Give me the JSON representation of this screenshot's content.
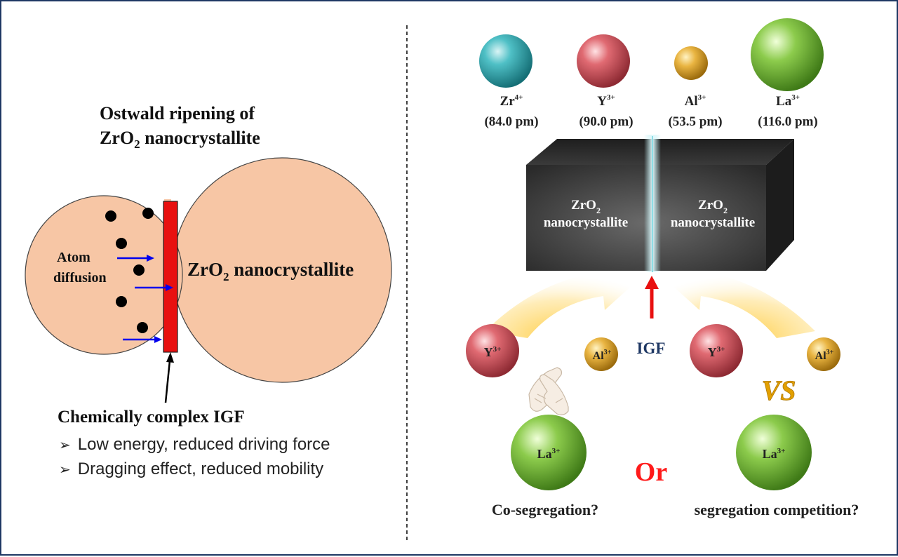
{
  "left_panel": {
    "title_line1": "Ostwald ripening of",
    "title_line2_main": "ZrO",
    "title_line2_sub": "2",
    "title_line2_rest": " nanocrystallite",
    "diffusion_label_line1": "Atom",
    "diffusion_label_line2": "diffusion",
    "grain_label_main": "ZrO",
    "grain_label_sub": "2",
    "grain_label_rest": " nanocrystallite",
    "igf_heading": "Chemically complex IGF",
    "bullets": [
      {
        "marker": "➢",
        "text": "Low energy, reduced driving force"
      },
      {
        "marker": "➢",
        "text": "Dragging effect, reduced mobility"
      }
    ]
  },
  "right_panel": {
    "ions": [
      {
        "symbol": "Zr",
        "charge": "4+",
        "radius": "(84.0 pm)"
      },
      {
        "symbol": "Y",
        "charge": "3+",
        "radius": "(90.0 pm)"
      },
      {
        "symbol": "Al",
        "charge": "3+",
        "radius": "(53.5 pm)"
      },
      {
        "symbol": "La",
        "charge": "3+",
        "radius": "(116.0 pm)"
      }
    ],
    "block_left_main": "ZrO",
    "block_left_sub": "2",
    "block_left_rest": "nanocrystallite",
    "block_right_main": "ZrO",
    "block_right_sub": "2",
    "block_right_rest": "nanocrystallite",
    "igf_label": "IGF",
    "vs_label": "VS",
    "or_label": "Or",
    "cosegregation_label": "Co-segregation?",
    "competition_label": "segregation competition?",
    "ball_y_left": {
      "symbol": "Y",
      "charge": "3+"
    },
    "ball_al_left": {
      "symbol": "Al",
      "charge": "3+"
    },
    "ball_la_left": {
      "symbol": "La",
      "charge": "3+"
    },
    "ball_y_right": {
      "symbol": "Y",
      "charge": "3+"
    },
    "ball_al_right": {
      "symbol": "Al",
      "charge": "3+"
    },
    "ball_la_right": {
      "symbol": "La",
      "charge": "3+"
    }
  },
  "colors": {
    "frame": "#1f3864",
    "grain_fill": "#f7c6a5",
    "igf_bar": "#e81010",
    "arrow_blue": "#0000ee",
    "zr_ball": "#2fa0a8",
    "y_ball": "#d8555f",
    "al_ball": "#e3a52a",
    "la_ball": "#7cbf3a",
    "block_dark": "#333333",
    "or_red": "#ff1a1a",
    "vs_gold": "#e3a000"
  },
  "icons": [
    "handshake-icon",
    "sphere-icon",
    "arrow-icon"
  ]
}
